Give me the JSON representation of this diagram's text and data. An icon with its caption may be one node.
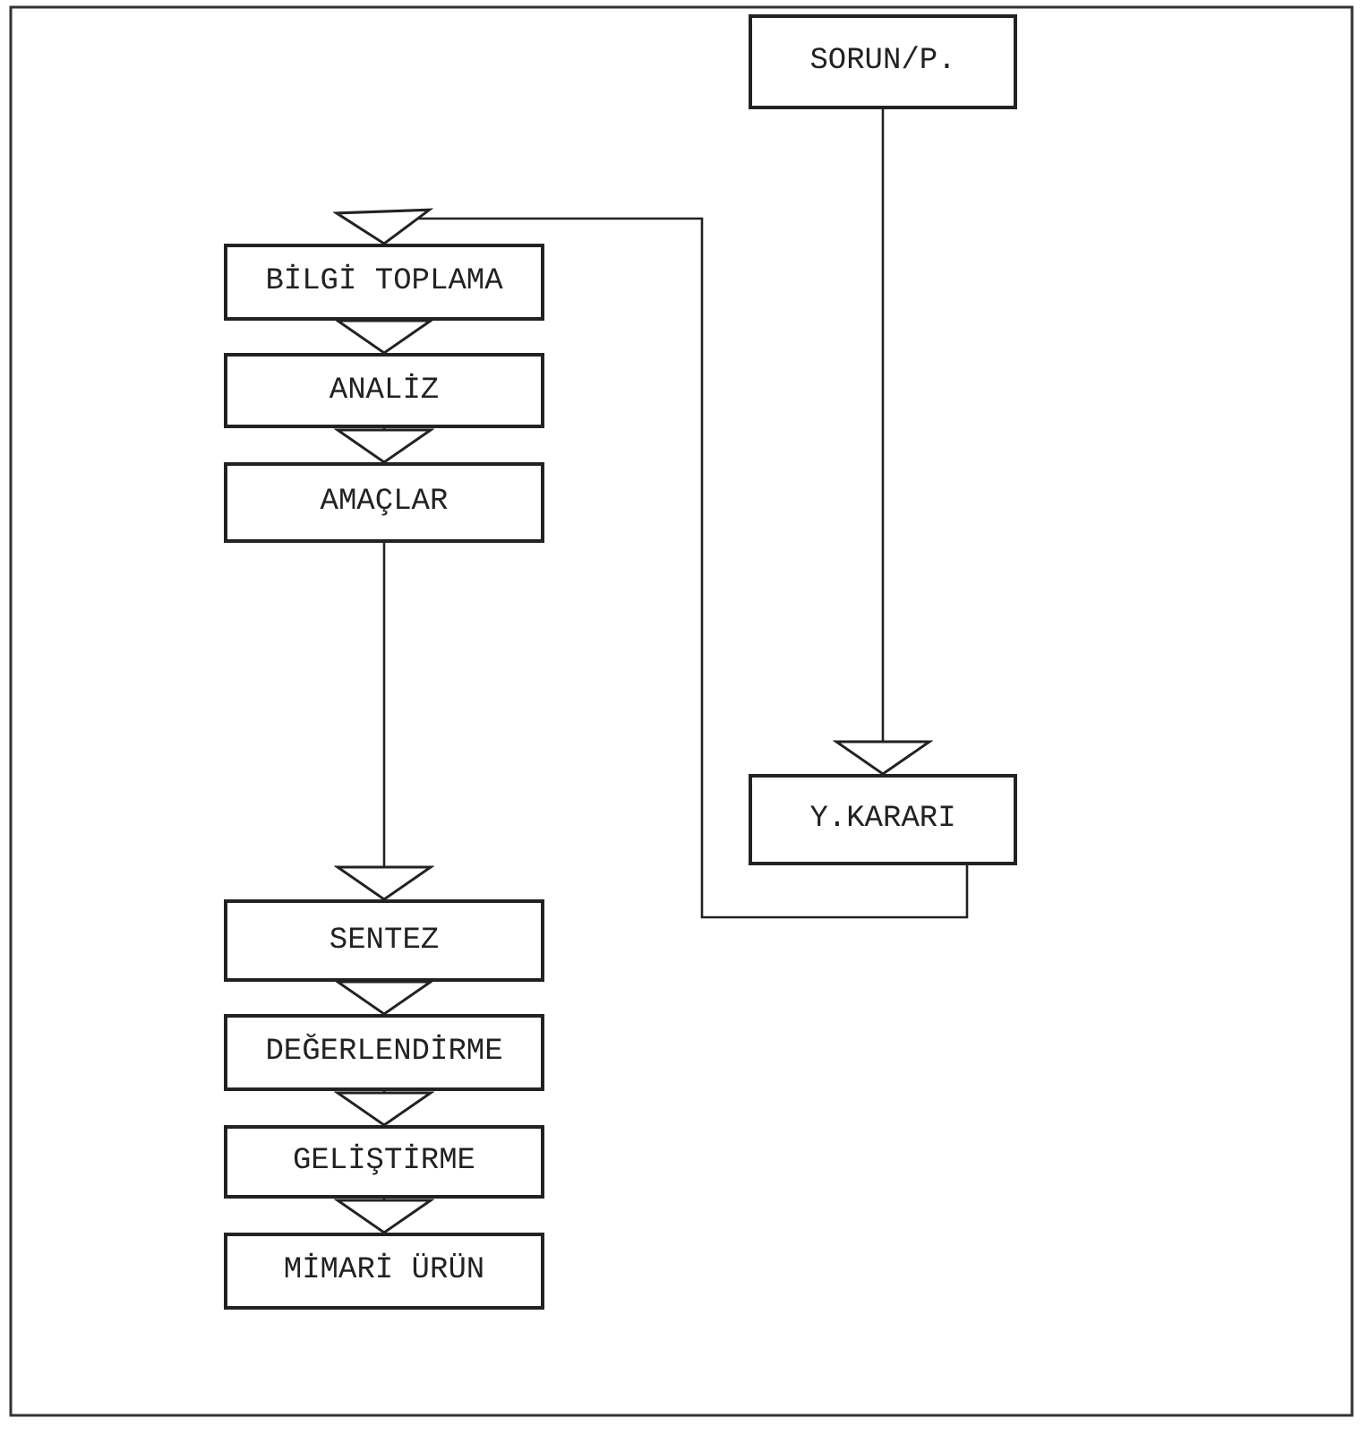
{
  "diagram": {
    "nodes": [
      {
        "text": [
          "SORUN/P."
        ]
      },
      {
        "text": [
          "BİLGİ TOPLAMA"
        ]
      },
      {
        "text": [
          "ANALİZ"
        ]
      },
      {
        "text": [
          "AMAÇLAR"
        ]
      },
      {
        "text": [
          "Y.KARARI"
        ]
      },
      {
        "text": [
          "SENTEZ"
        ]
      },
      {
        "text": [
          "DEĞERLENDİRME"
        ]
      },
      {
        "text": [
          "GELİŞTİRME"
        ]
      },
      {
        "text": [
          "MİMARİ ÜRÜN"
        ]
      }
    ],
    "edges": [
      {
        "from": 0,
        "to": 4,
        "arrow": "to"
      },
      {
        "from": 4,
        "to": 1,
        "arrow": "to"
      },
      {
        "from": 1,
        "to": 2,
        "arrow": "to"
      },
      {
        "from": 2,
        "to": 3,
        "arrow": "to"
      },
      {
        "from": 3,
        "to": 5,
        "arrow": "to"
      },
      {
        "from": 5,
        "to": 6,
        "arrow": "to"
      },
      {
        "from": 6,
        "to": 7,
        "arrow": "to"
      },
      {
        "from": 7,
        "to": 8,
        "arrow": "to"
      }
    ]
  }
}
